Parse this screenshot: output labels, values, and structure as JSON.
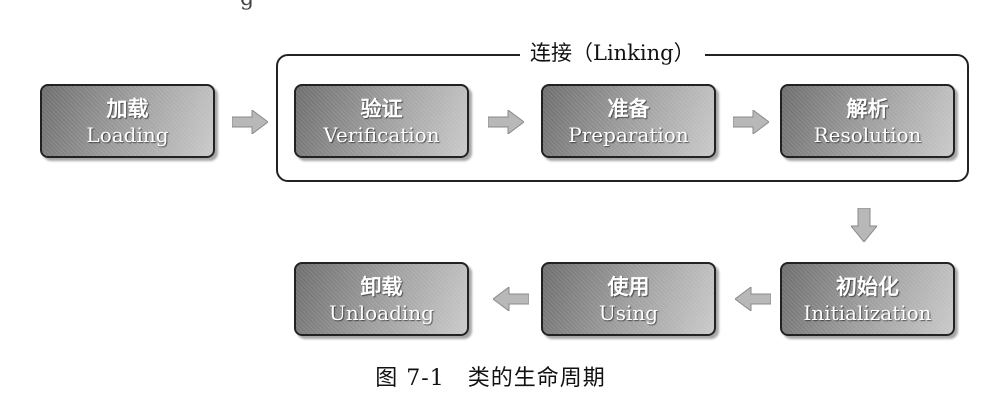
{
  "linking": {
    "title": "连接（Linking）"
  },
  "stages": {
    "loading": {
      "zh": "加载",
      "en": "Loading"
    },
    "verification": {
      "zh": "验证",
      "en": "Verification"
    },
    "preparation": {
      "zh": "准备",
      "en": "Preparation"
    },
    "resolution": {
      "zh": "解析",
      "en": "Resolution"
    },
    "initialization": {
      "zh": "初始化",
      "en": "Initialization"
    },
    "using": {
      "zh": "使用",
      "en": "Using"
    },
    "unloading": {
      "zh": "卸载",
      "en": "Unloading"
    }
  },
  "caption": "图 7-1　类的生命周期"
}
